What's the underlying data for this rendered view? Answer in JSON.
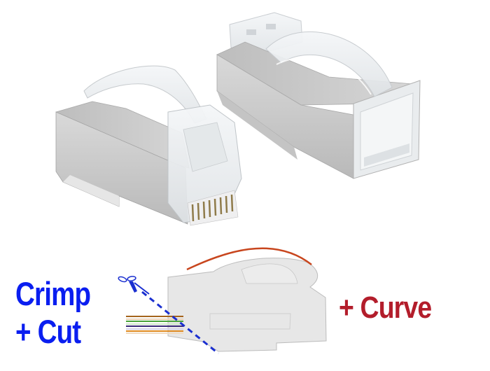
{
  "labels": {
    "crimp": "Crimp",
    "cut": "+ Cut",
    "curve": "+ Curve"
  },
  "colors": {
    "crimp_cut_text": "#0a1ef0",
    "curve_text": "#b31d2b",
    "curve_arc": "#c8461e",
    "cut_line": "#1a2fd0",
    "metal_shield": "#c7c7c7",
    "background": "#ffffff"
  },
  "wire_colors": [
    "#a5641c",
    "#ffffff",
    "#4aa33a",
    "#ffffff",
    "#3c2a7a",
    "#ffffff",
    "#e08a1e",
    "#ffffff"
  ],
  "icons": [
    "scissors-icon"
  ]
}
